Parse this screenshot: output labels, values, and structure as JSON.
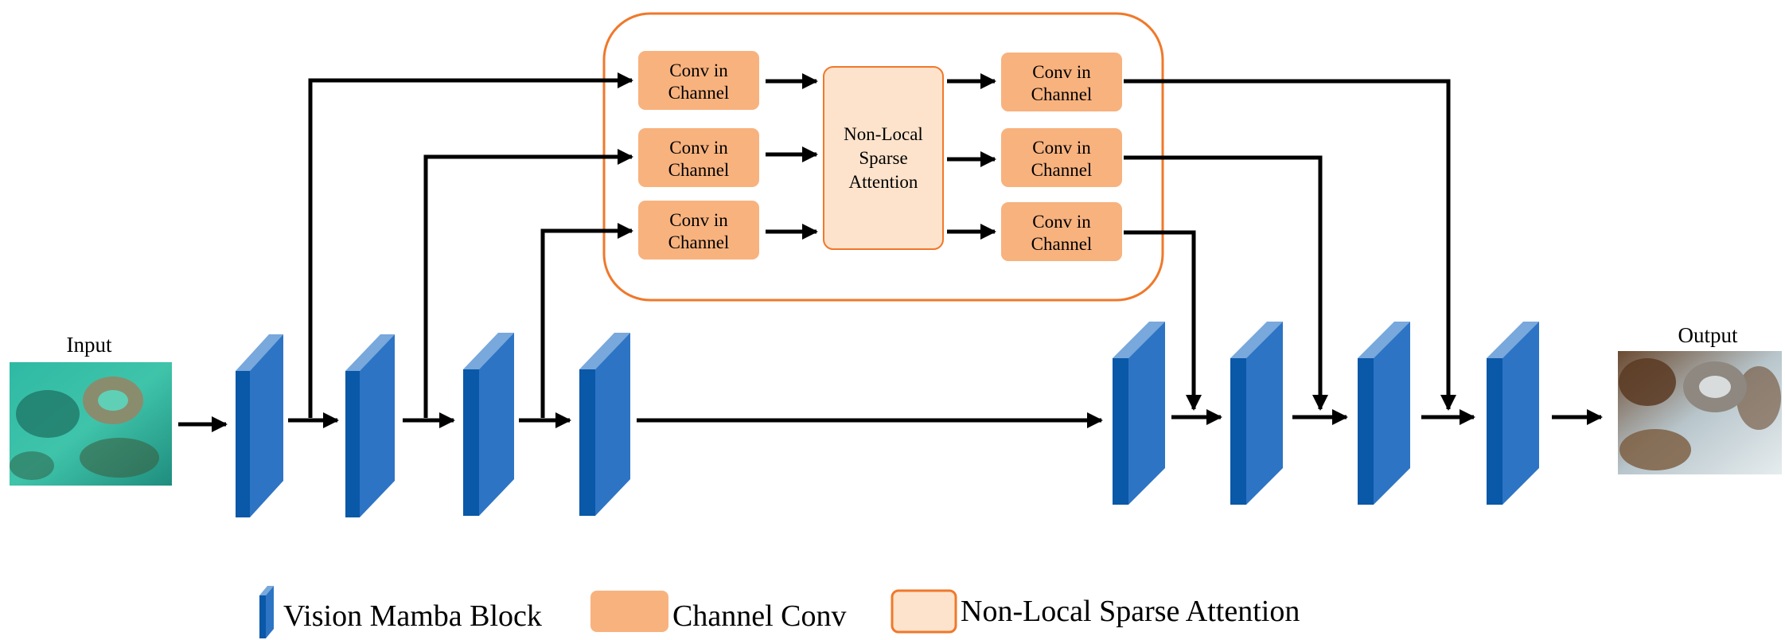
{
  "labels": {
    "input": "Input",
    "output": "Output"
  },
  "conv_block": {
    "line1": "Conv in",
    "line2": "Channel"
  },
  "attention_block": {
    "line1": "Non-Local",
    "line2": "Sparse",
    "line3": "Attention"
  },
  "legend": {
    "mamba": "Vision Mamba Block",
    "channel_conv": "Channel Conv",
    "nlsa": "Non-Local Sparse Attention"
  },
  "colors": {
    "mamba_front": "#0a58a8",
    "mamba_top": "#78a8dc",
    "mamba_side": "#2d74c4",
    "conv_fill": "#f8b27e",
    "attention_fill": "#fde3cc",
    "group_border": "#f0782a",
    "arrow": "#000000"
  }
}
